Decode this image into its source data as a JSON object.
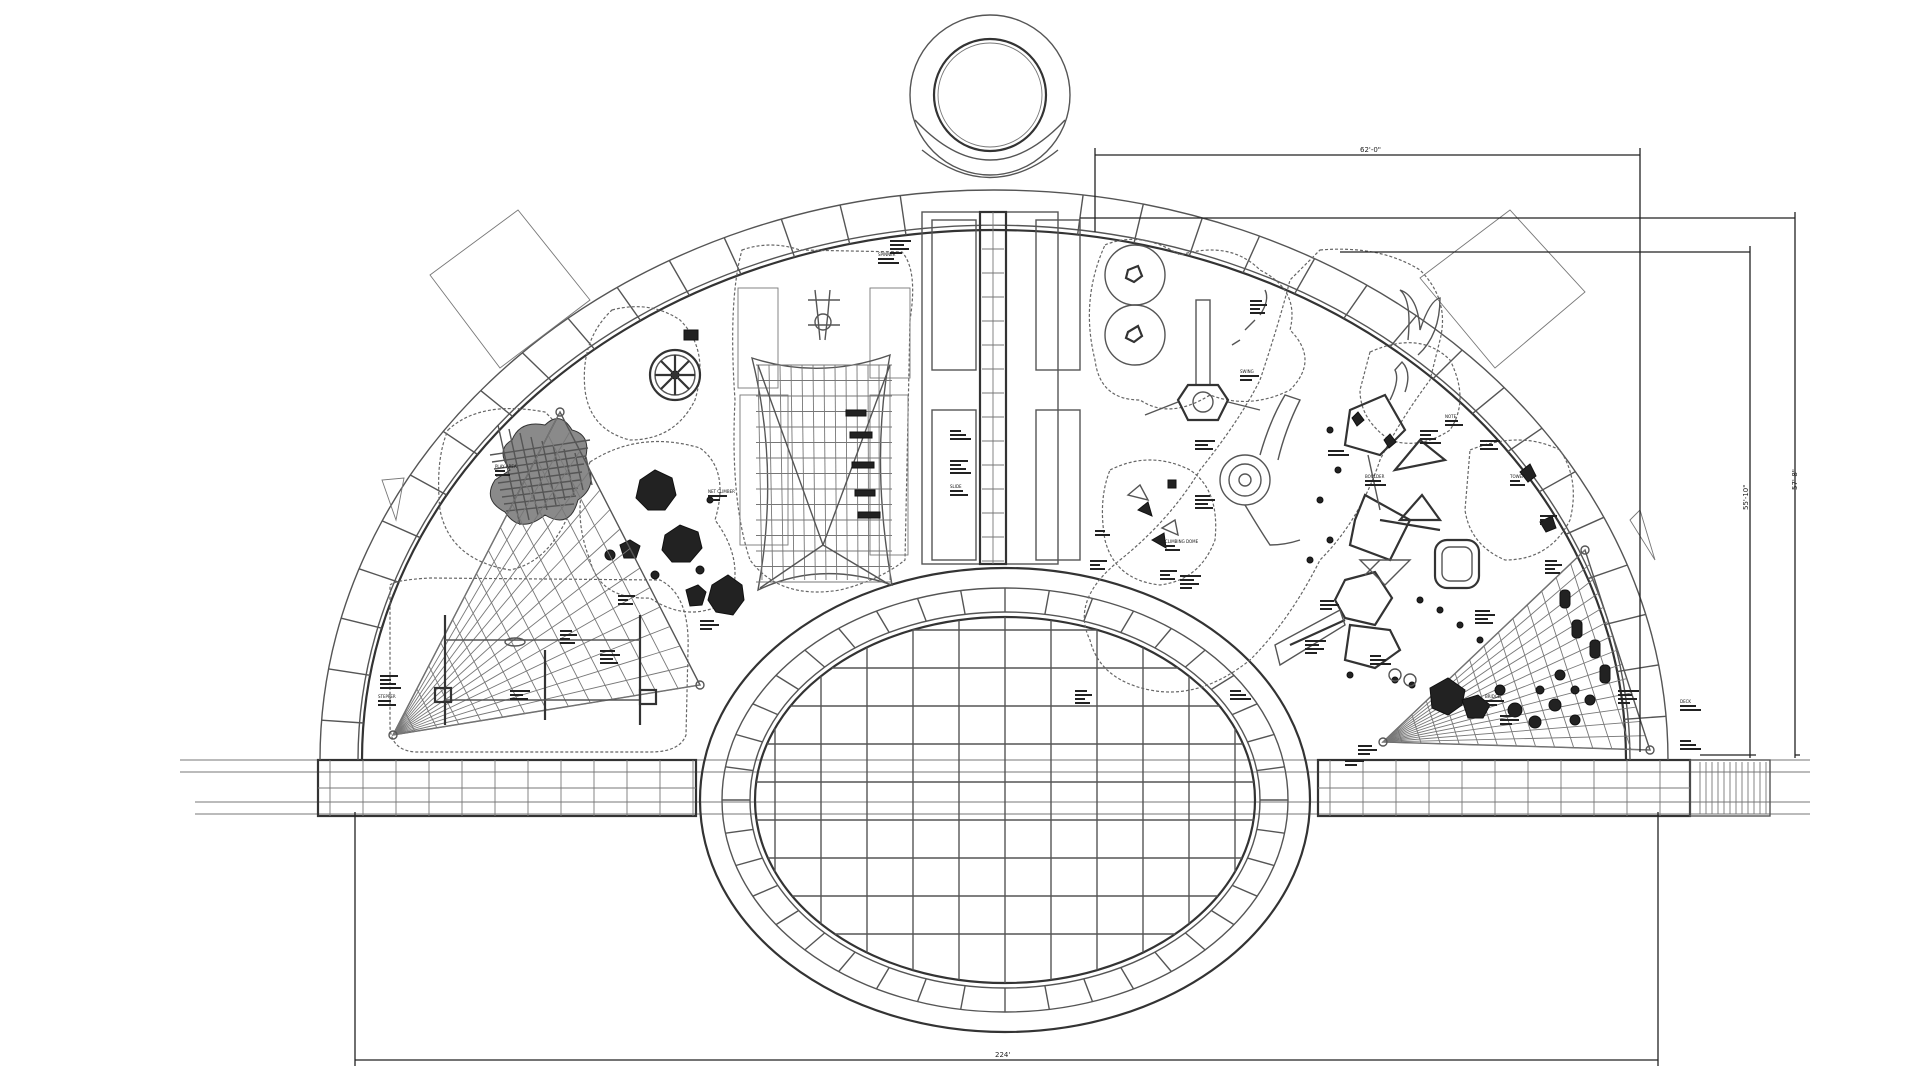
{
  "dimensions": {
    "top_overall": "62'-0\"",
    "right_inner": "55'-10\"",
    "right_outer": "57'-8\"",
    "bottom_overall": "224'"
  },
  "equipment_labels": [
    "PLAY AREA",
    "NET CLIMBER",
    "SPINNER",
    "SLIDE",
    "CLIMBING DOME",
    "SWING",
    "BOULDER",
    "NOTE",
    "TOWER",
    "BRIDGE",
    "DECK",
    "STEPPER"
  ]
}
